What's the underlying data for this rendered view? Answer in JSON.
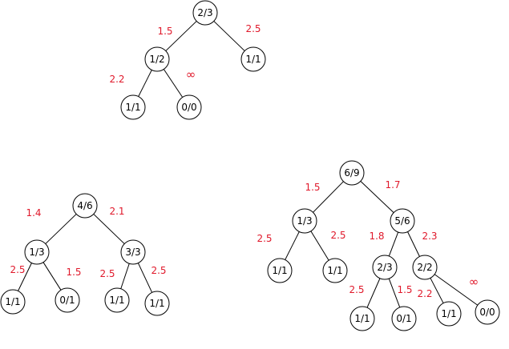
{
  "colors": {
    "node_stroke": "#000000",
    "node_fill": "#ffffff",
    "edge": "#000000",
    "weight": "#e0192b"
  },
  "trees": [
    {
      "id": "tree-1",
      "nodes": [
        {
          "id": "a",
          "label": "2/3"
        },
        {
          "id": "b",
          "label": "1/2"
        },
        {
          "id": "c",
          "label": "1/1"
        },
        {
          "id": "d",
          "label": "1/1"
        },
        {
          "id": "e",
          "label": "0/0"
        }
      ],
      "edges": [
        {
          "from": "a",
          "to": "b",
          "weight": "1.5"
        },
        {
          "from": "a",
          "to": "c",
          "weight": "2.5"
        },
        {
          "from": "b",
          "to": "d",
          "weight": "2.2"
        },
        {
          "from": "b",
          "to": "e",
          "weight": "∞"
        }
      ]
    },
    {
      "id": "tree-2",
      "nodes": [
        {
          "id": "a",
          "label": "4/6"
        },
        {
          "id": "b",
          "label": "1/3"
        },
        {
          "id": "c",
          "label": "3/3"
        },
        {
          "id": "d",
          "label": "1/1"
        },
        {
          "id": "e",
          "label": "0/1"
        },
        {
          "id": "f",
          "label": "1/1"
        },
        {
          "id": "g",
          "label": "1/1"
        }
      ],
      "edges": [
        {
          "from": "a",
          "to": "b",
          "weight": "1.4"
        },
        {
          "from": "a",
          "to": "c",
          "weight": "2.1"
        },
        {
          "from": "b",
          "to": "d",
          "weight": "2.5"
        },
        {
          "from": "b",
          "to": "e",
          "weight": "1.5"
        },
        {
          "from": "c",
          "to": "f",
          "weight": "2.5"
        },
        {
          "from": "c",
          "to": "g",
          "weight": "2.5"
        }
      ]
    },
    {
      "id": "tree-3",
      "nodes": [
        {
          "id": "a",
          "label": "6/9"
        },
        {
          "id": "b",
          "label": "1/3"
        },
        {
          "id": "c",
          "label": "5/6"
        },
        {
          "id": "d",
          "label": "1/1"
        },
        {
          "id": "e",
          "label": "1/1"
        },
        {
          "id": "f",
          "label": "2/3"
        },
        {
          "id": "g",
          "label": "2/2"
        },
        {
          "id": "h",
          "label": "1/1"
        },
        {
          "id": "i",
          "label": "0/1"
        },
        {
          "id": "j",
          "label": "1/1"
        },
        {
          "id": "k",
          "label": "0/0"
        }
      ],
      "edges": [
        {
          "from": "a",
          "to": "b",
          "weight": "1.5"
        },
        {
          "from": "a",
          "to": "c",
          "weight": "1.7"
        },
        {
          "from": "b",
          "to": "d",
          "weight": "2.5"
        },
        {
          "from": "b",
          "to": "e",
          "weight": "2.5"
        },
        {
          "from": "c",
          "to": "f",
          "weight": "1.8"
        },
        {
          "from": "c",
          "to": "g",
          "weight": "2.3"
        },
        {
          "from": "f",
          "to": "h",
          "weight": "2.5"
        },
        {
          "from": "f",
          "to": "i",
          "weight": "1.5"
        },
        {
          "from": "g",
          "to": "j",
          "weight": "2.2"
        },
        {
          "from": "g",
          "to": "k",
          "weight": "∞"
        }
      ]
    }
  ]
}
